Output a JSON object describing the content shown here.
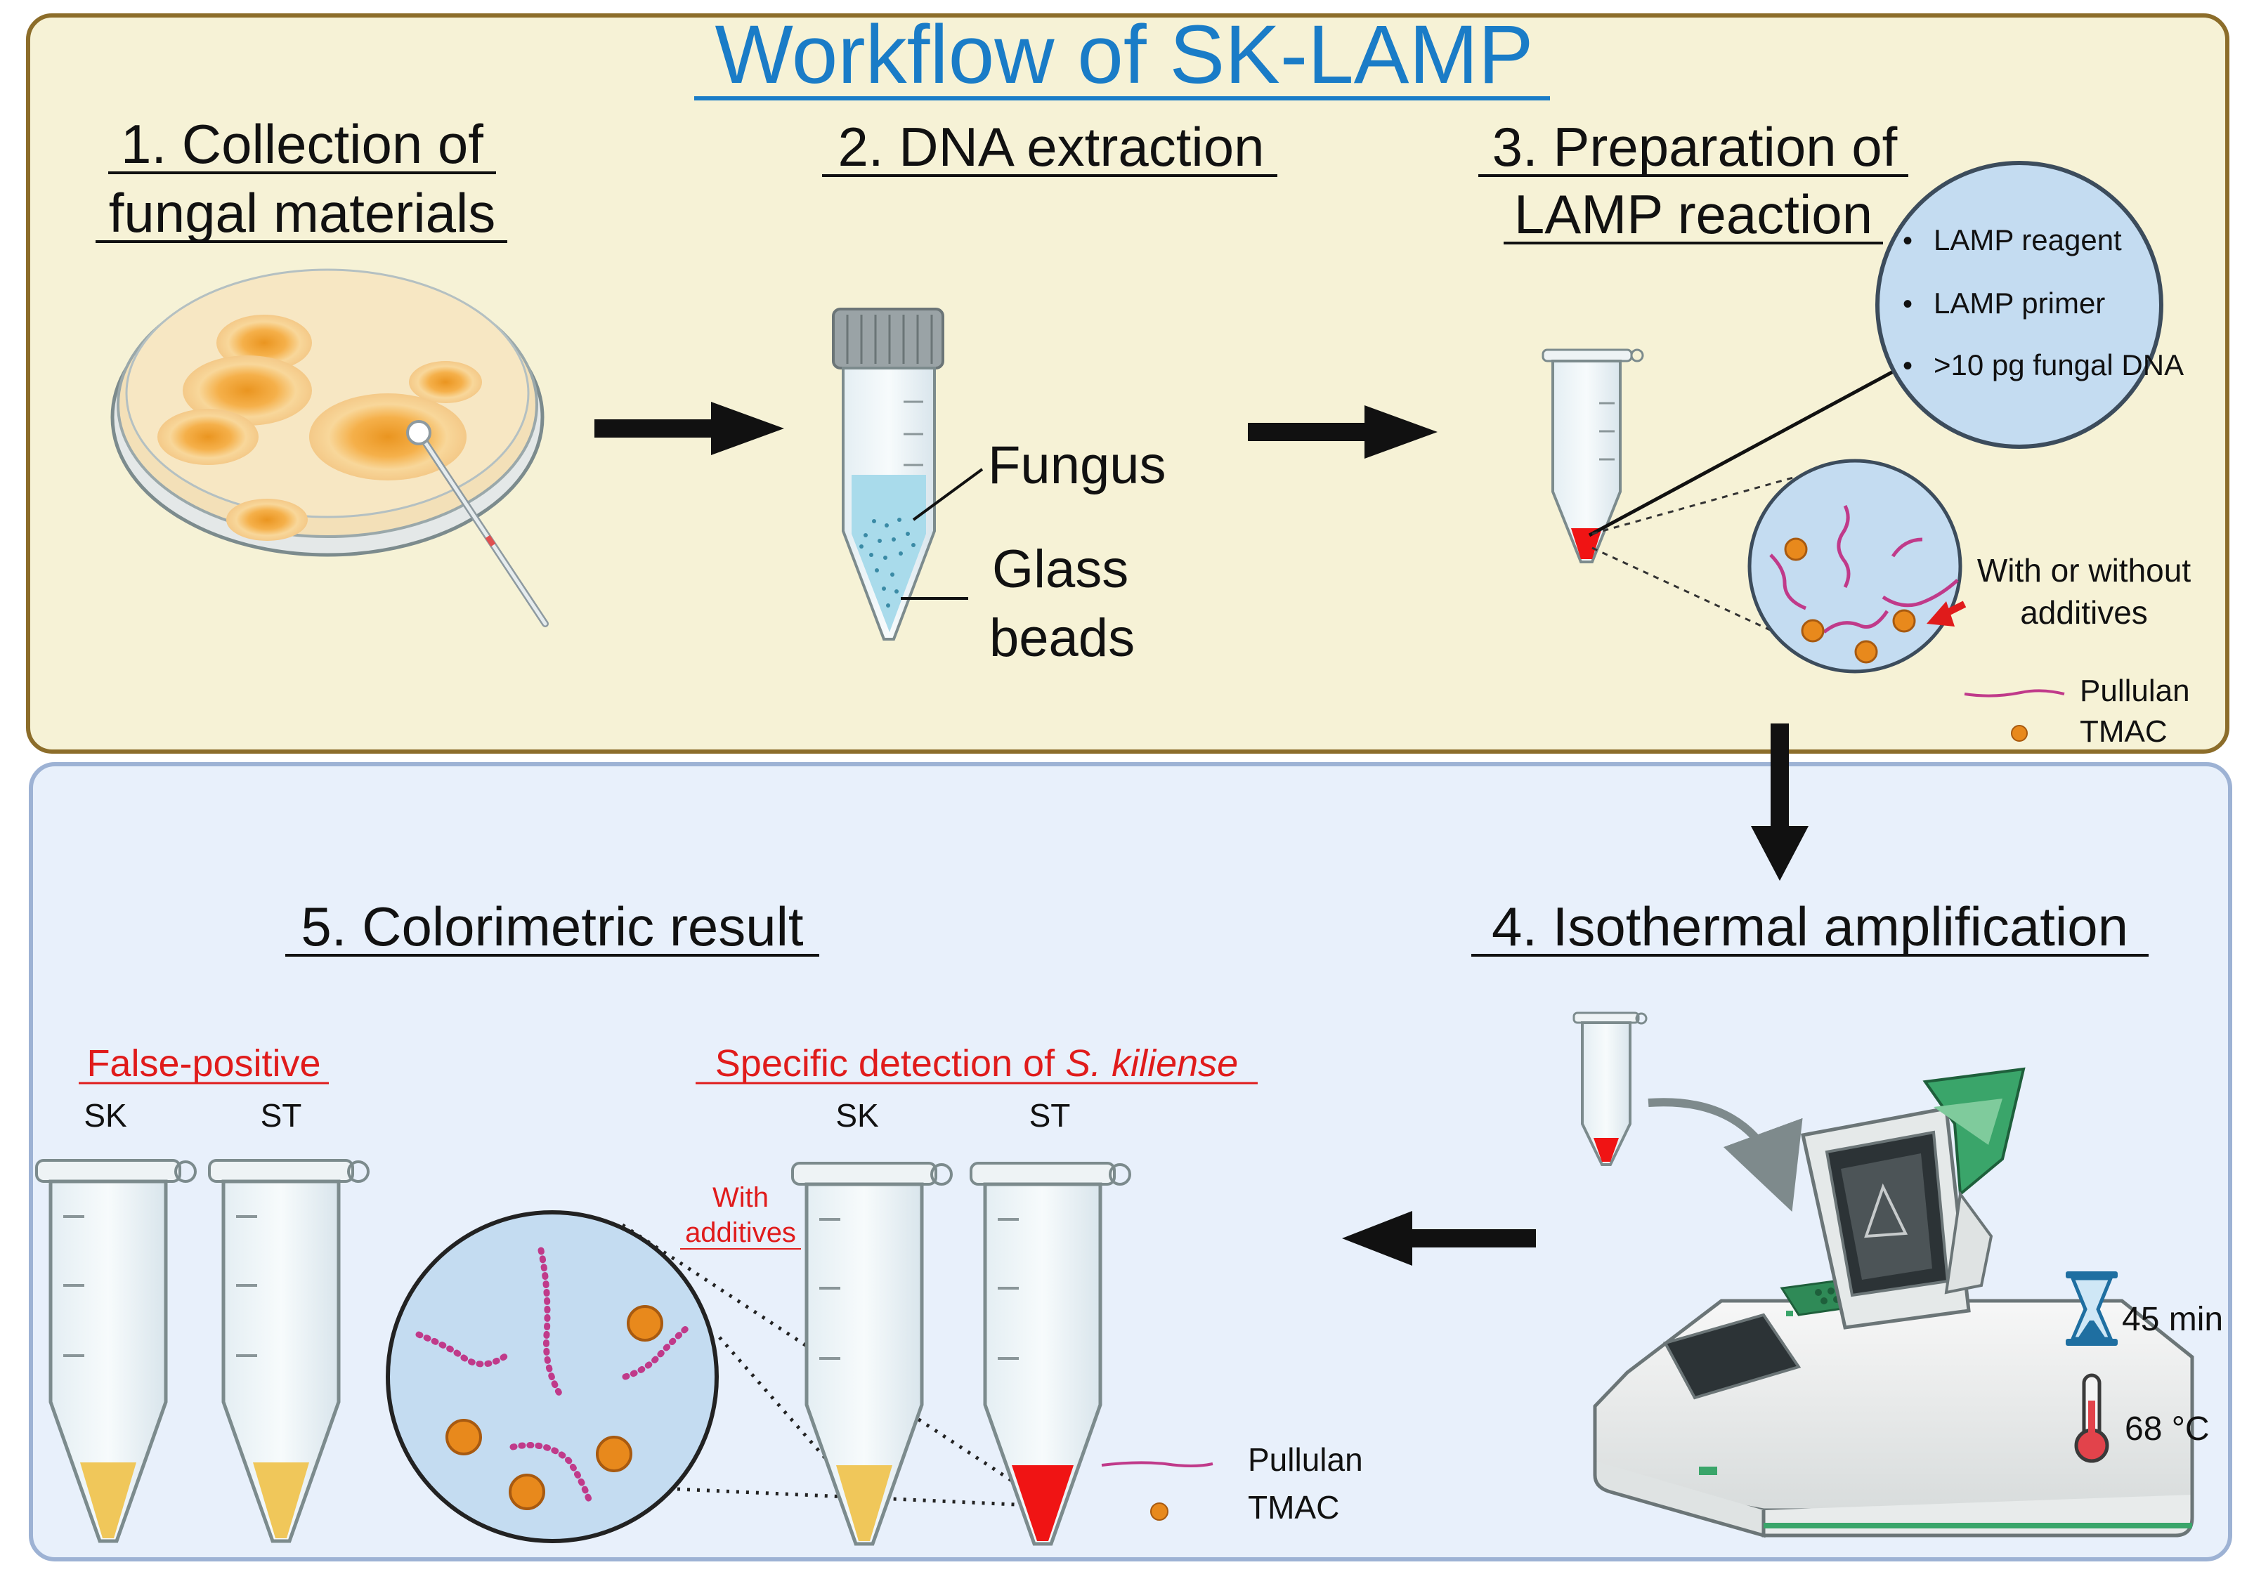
{
  "title": "Workflow of SK-LAMP",
  "steps": {
    "s1_line1": "1. Collection of",
    "s1_line2": "fungal materials",
    "s2": "2. DNA extraction",
    "s3_line1": "3. Preparation of",
    "s3_line2": "LAMP reaction",
    "s4": "4. Isothermal amplification",
    "s5": "5. Colorimetric result"
  },
  "extraction": {
    "fungus": "Fungus",
    "beads_line1": "Glass",
    "beads_line2": "beads"
  },
  "reaction_components": [
    "LAMP reagent",
    "LAMP primer",
    ">10 pg fungal DNA"
  ],
  "additives": {
    "note_line1": "With or without",
    "note_line2": "additives",
    "pullulan": "Pullulan",
    "tmac": "TMAC"
  },
  "amplification": {
    "time": "45 min",
    "temperature": "68 °C"
  },
  "results": {
    "false_positive": "False-positive",
    "specific_prefix": "Specific detection of ",
    "specific_species": "S. kiliense",
    "with_additives_line1": "With",
    "with_additives_line2": "additives",
    "tube_labels": [
      "SK",
      "ST",
      "SK",
      "ST"
    ],
    "pullulan": "Pullulan",
    "tmac": "TMAC"
  },
  "colors": {
    "top_panel_bg": "#f6f2d6",
    "top_panel_border": "#8c6d2a",
    "bottom_panel_bg": "#e8f0fb",
    "bottom_panel_border": "#9db2d4",
    "title": "#1a7cc7",
    "red_label": "#e01b1b",
    "pullulan": "#c03a8a",
    "tmac": "#e8891c",
    "positive_red": "#f01414",
    "negative_yellow": "#f0c75a",
    "machine_green": "#3aa56a"
  }
}
